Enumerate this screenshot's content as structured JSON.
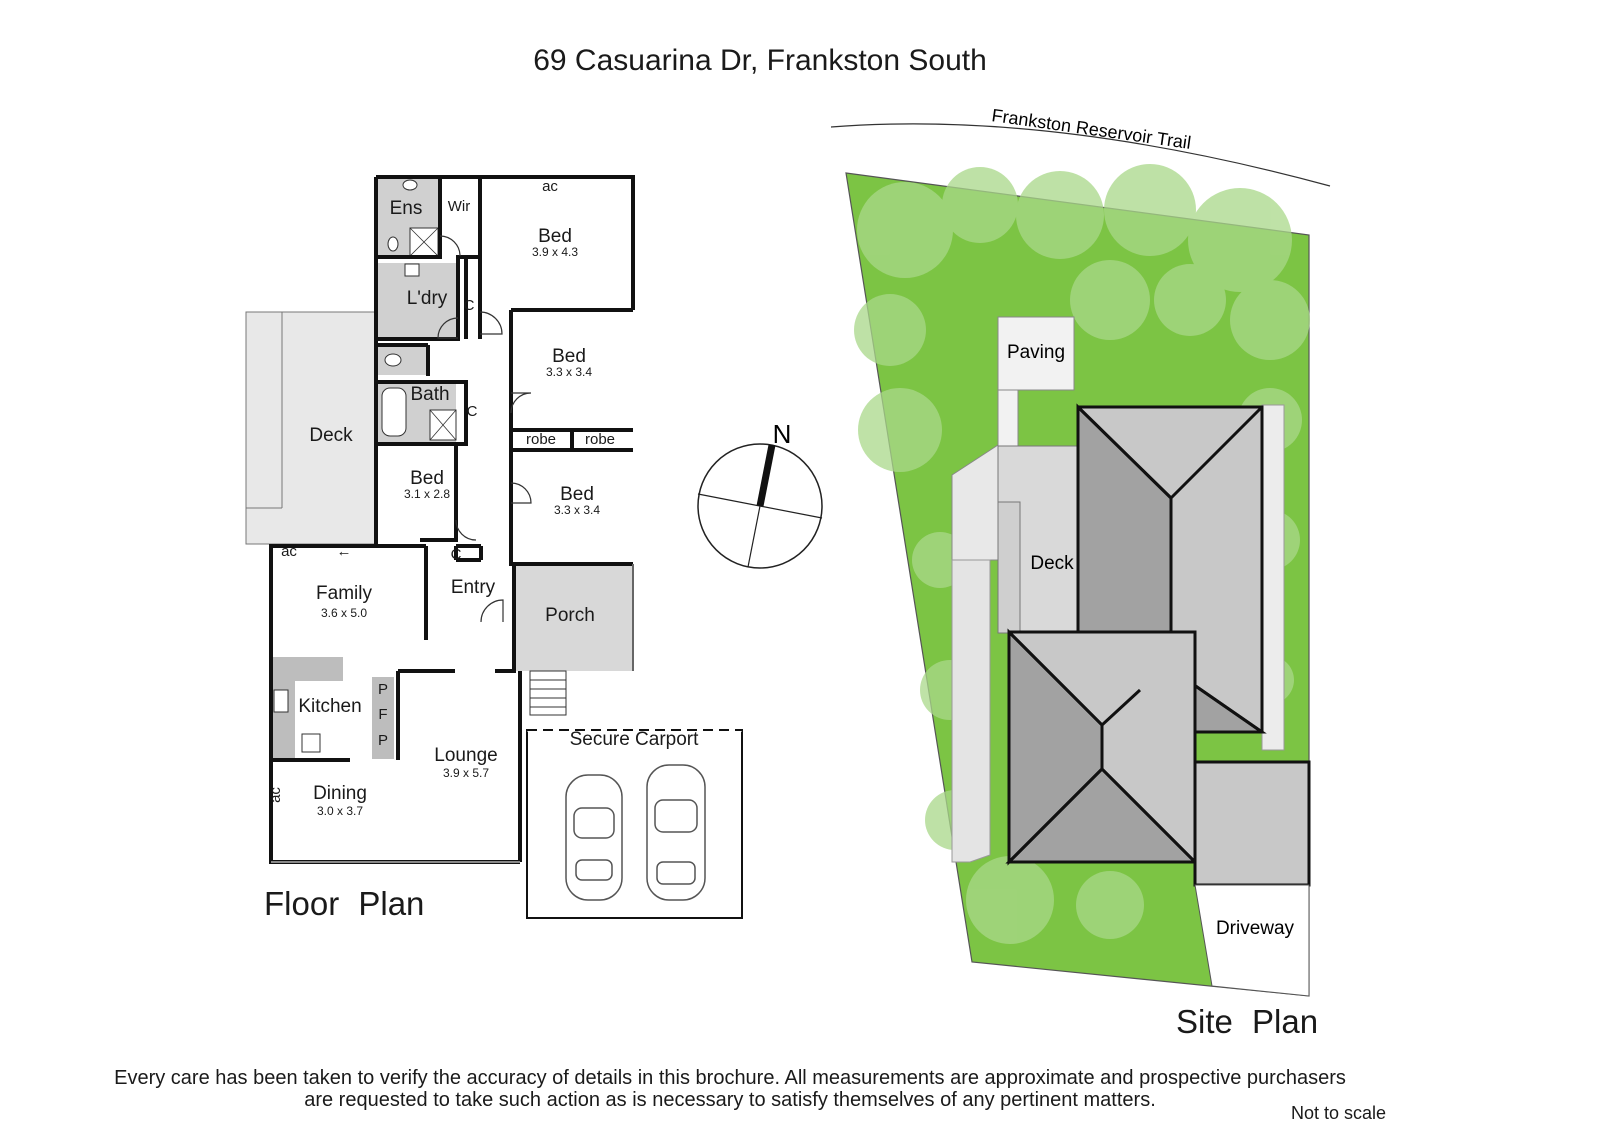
{
  "title": "69 Casuarina Dr, Frankston South",
  "floor_plan": {
    "heading": "Floor  Plan",
    "rooms": {
      "ens": "Ens",
      "wir": "Wir",
      "bed1": {
        "name": "Bed",
        "dims": "3.9 x 4.3"
      },
      "ldry": "L'dry",
      "bed2": {
        "name": "Bed",
        "dims": "3.3 x 3.4"
      },
      "bath": "Bath",
      "deck": "Deck",
      "bed3": {
        "name": "Bed",
        "dims": "3.1 x 2.8"
      },
      "bed4": {
        "name": "Bed",
        "dims": "3.3 x 3.4"
      },
      "family": {
        "name": "Family",
        "dims": "3.6 x 5.0"
      },
      "entry": "Entry",
      "porch": "Porch",
      "kitchen": "Kitchen",
      "lounge": {
        "name": "Lounge",
        "dims": "3.9 x 5.7"
      },
      "dining": {
        "name": "Dining",
        "dims": "3.0 x 3.7"
      },
      "carport": "Secure Carport"
    },
    "markers": {
      "ac": "ac",
      "cupboard": "C",
      "robe": "robe",
      "pantry": "P",
      "fridge": "F"
    }
  },
  "compass": {
    "north": "N"
  },
  "site_plan": {
    "heading": "Site  Plan",
    "trail": "Frankston Reservoir Trail",
    "paving": "Paving",
    "deck": "Deck",
    "driveway": "Driveway",
    "colors": {
      "lawn": "#7cc444",
      "roof_dark": "#9e9e9e",
      "roof_light": "#c8c8c8"
    }
  },
  "disclaimer": {
    "line1": "Every care has been taken to verify the accuracy of details in this brochure. All measurements are approximate and prospective purchasers",
    "line2": "are requested to take such action as is necessary to satisfy themselves of any pertinent matters."
  },
  "scale_note": "Not to scale"
}
